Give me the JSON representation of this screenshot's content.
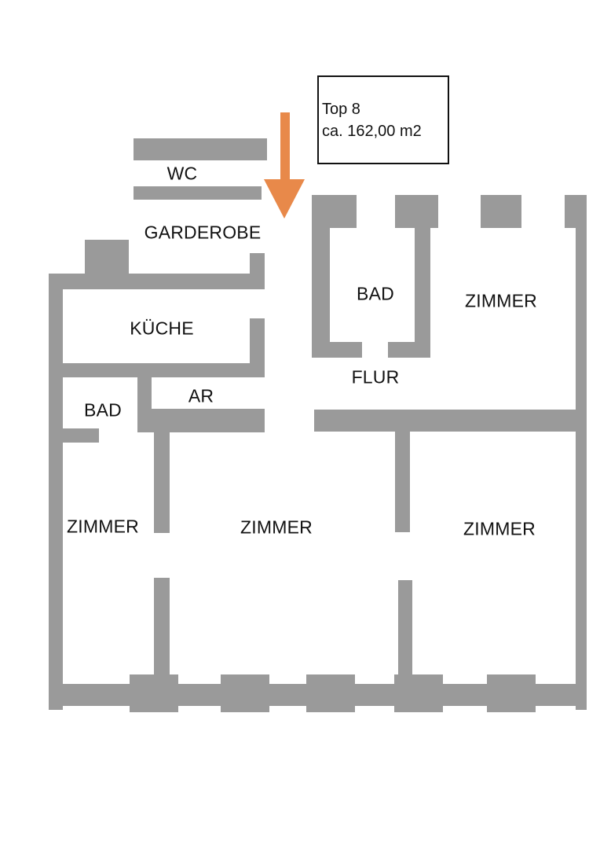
{
  "info": {
    "top": "Top 8",
    "area": "ca. 162,00 m2"
  },
  "colors": {
    "wall": "#9a9a9a",
    "arrow": "#e8894a",
    "text": "#111111",
    "background": "#ffffff"
  },
  "rooms": {
    "wc": "WC",
    "garderobe": "GARDEROBE",
    "kueche": "KÜCHE",
    "bad_left": "BAD",
    "ar": "AR",
    "bad_right": "BAD",
    "zimmer_top_right": "ZIMMER",
    "flur": "FLUR",
    "zimmer_left": "ZIMMER",
    "zimmer_center": "ZIMMER",
    "zimmer_right": "ZIMMER"
  },
  "icons": {
    "entrance": "entrance-arrow-icon"
  }
}
